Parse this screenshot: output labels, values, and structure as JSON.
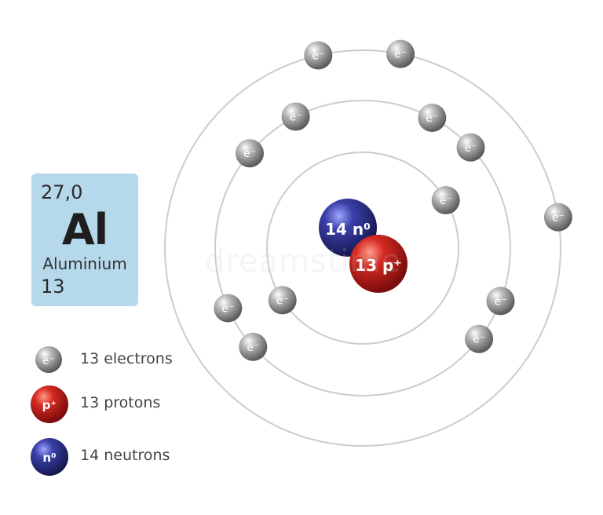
{
  "element": {
    "mass": "27,0",
    "symbol": "Al",
    "name": "Aluminium",
    "number": "13"
  },
  "legend": {
    "electrons": "13 electrons",
    "protons": "13 protons",
    "neutrons": "14 neutrons"
  },
  "particle_labels": {
    "electron": "e⁻",
    "proton": "p⁺",
    "neutron": "n⁰"
  },
  "nucleus": {
    "neutrons_label": "14 n⁰",
    "protons_label": "13 p⁺"
  },
  "shells": [
    {
      "shell": 1,
      "electrons": 2
    },
    {
      "shell": 2,
      "electrons": 8
    },
    {
      "shell": 3,
      "electrons": 3
    }
  ],
  "watermark": "dreamstime",
  "colors": {
    "card_fill": "#b5d8ea",
    "orbit_stroke": "#cccccc",
    "electron": "#8a8a8a",
    "proton": "#c41b1b",
    "neutron": "#2a2f8f"
  }
}
